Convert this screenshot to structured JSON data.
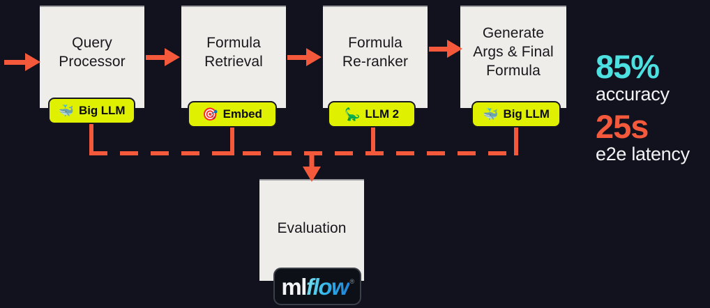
{
  "colors": {
    "background": "#12121e",
    "box_fill": "#eeedea",
    "arrow": "#f4593c",
    "badge_yellow": "#dff000",
    "accuracy_cyan": "#4ce0e0",
    "latency_coral": "#f4593c"
  },
  "pipeline": {
    "entry_arrow_name": "input-arrow",
    "steps": [
      {
        "id": "query-processor",
        "label": "Query\nProcessor",
        "badge": {
          "emoji": "🐳",
          "emoji_name": "whale-icon",
          "label": "Big LLM"
        }
      },
      {
        "id": "formula-retrieval",
        "label": "Formula\nRetrieval",
        "badge": {
          "emoji": "🎯",
          "emoji_name": "dart-target-icon",
          "label": "Embed"
        }
      },
      {
        "id": "formula-re-ranker",
        "label": "Formula\nRe-ranker",
        "badge": {
          "emoji": "🦕",
          "emoji_name": "sauropod-dinosaur-icon",
          "label": "LLM 2"
        }
      },
      {
        "id": "generate-args-final-formula",
        "label": "Generate\nArgs & Final\nFormula",
        "badge": {
          "emoji": "🐳",
          "emoji_name": "whale-icon",
          "label": "Big LLM"
        }
      }
    ]
  },
  "evaluation": {
    "label": "Evaluation",
    "logo": {
      "name": "mlflow-logo",
      "text_primary": "ml",
      "text_accent": "flow",
      "trademark": "®"
    }
  },
  "metrics": [
    {
      "value": "85%",
      "label": "accuracy",
      "tone": "cyan"
    },
    {
      "value": "25s",
      "label": "e2e latency",
      "tone": "coral"
    }
  ]
}
